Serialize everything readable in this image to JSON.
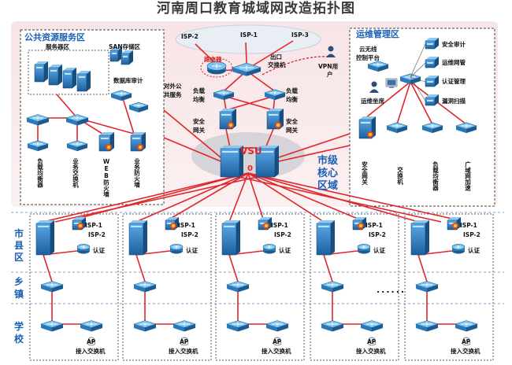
{
  "title": "河南周口教育城域网改造拓扑图",
  "zones": {
    "public": "公共资源服务区",
    "ops": "运维管理区",
    "core": [
      "市级",
      "核心",
      "区域"
    ]
  },
  "public_labels": {
    "server_area": "服务器区",
    "san": "SAN存储区",
    "db_audit": "数据库审计",
    "external": [
      "对外公",
      "共服务"
    ],
    "devices": [
      "负载均衡器",
      "业务交换机",
      "WEB防火墙",
      "业务防火墙"
    ]
  },
  "center_labels": {
    "isp2": "ISP-2",
    "isp1": "ISP-1",
    "isp3": "ISP-3",
    "router": "路由器",
    "egress": [
      "出口",
      "交换机"
    ],
    "lb_left": [
      "负载",
      "均衡"
    ],
    "lb_right": [
      "负载",
      "均衡"
    ],
    "gw_left": [
      "安全",
      "网关"
    ],
    "gw_right": [
      "安全",
      "网关"
    ],
    "vpn": [
      "VPN用",
      "户"
    ],
    "vsu": "VSU",
    "vsu_sub": "0"
  },
  "ops_labels": {
    "cloud": [
      "云无线",
      "控制平台"
    ],
    "seat": "运维坐席",
    "right_items": [
      "安全审计",
      "运维网管",
      "认证管理",
      "漏洞扫描"
    ],
    "devices": [
      "安全网关",
      "交换机",
      "负载均衡器",
      "广域网加速"
    ]
  },
  "side_labels": {
    "county": [
      "市",
      "县",
      "区"
    ],
    "town": [
      "乡",
      "镇"
    ],
    "school": [
      "学",
      "校"
    ]
  },
  "county_branch": {
    "isp1": "ISP-1",
    "isp2": "ISP-2",
    "auth": "认证",
    "ap": "AP",
    "access": "接入交换机"
  },
  "ellipsis": "......",
  "colors": {
    "accent": "#1a5fb4",
    "link": "#e0262b",
    "device": "#2f7fc4"
  }
}
